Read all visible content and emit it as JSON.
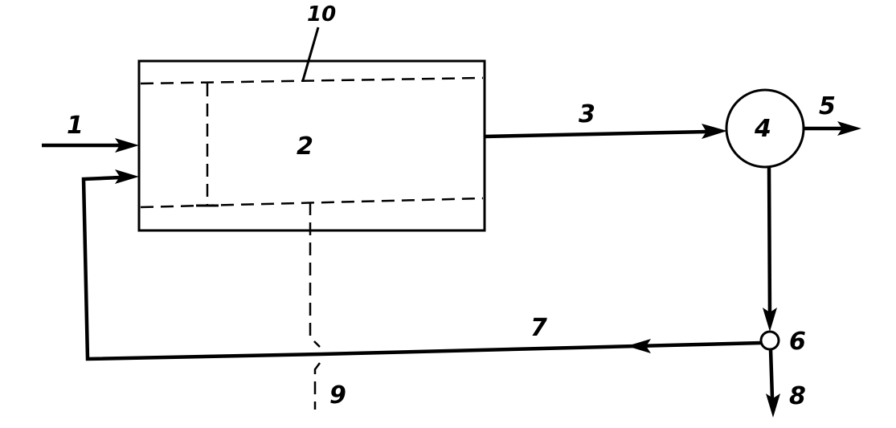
{
  "labels": {
    "inlet_feed": "1",
    "reactor": "2",
    "reactor_outlet": "3",
    "separator": "4",
    "separator_top_outlet": "5",
    "splitter": "6",
    "recycle_stream": "7",
    "purge_stream": "8",
    "dashed_drain": "9",
    "internal_baffle": "10"
  },
  "colors": {
    "line": "#000000",
    "background": "#ffffff"
  }
}
